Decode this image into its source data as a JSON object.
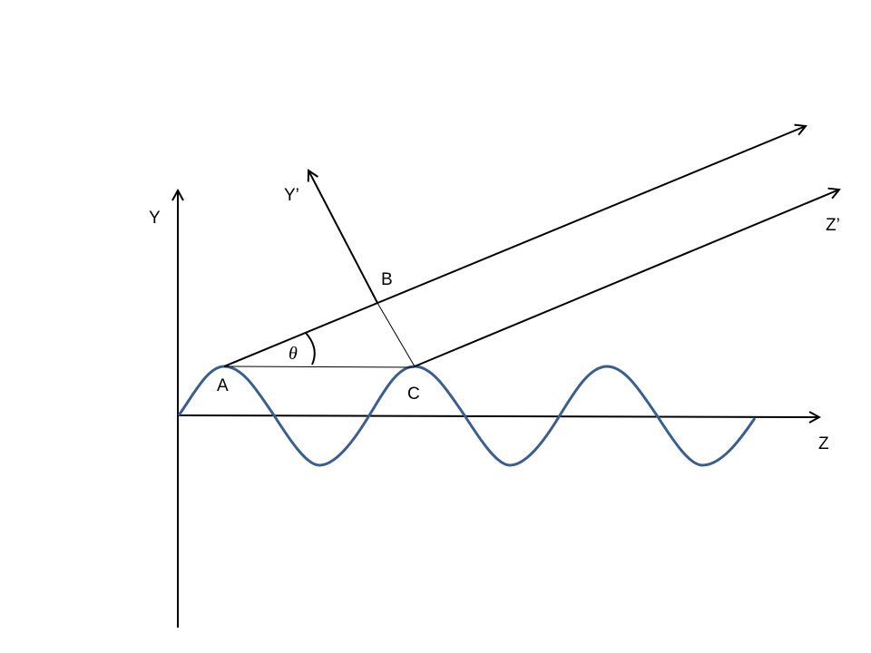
{
  "diagram": {
    "labels": {
      "y_axis": "Y",
      "z_axis": "Z",
      "y_prime_axis": "Y’",
      "z_prime_axis": "Z’",
      "point_a": "A",
      "point_b": "B",
      "point_c": "C",
      "angle": "θ"
    },
    "colors": {
      "wave": "#3A5F8F",
      "axes": "#000000",
      "background": "#FFFFFF"
    }
  }
}
